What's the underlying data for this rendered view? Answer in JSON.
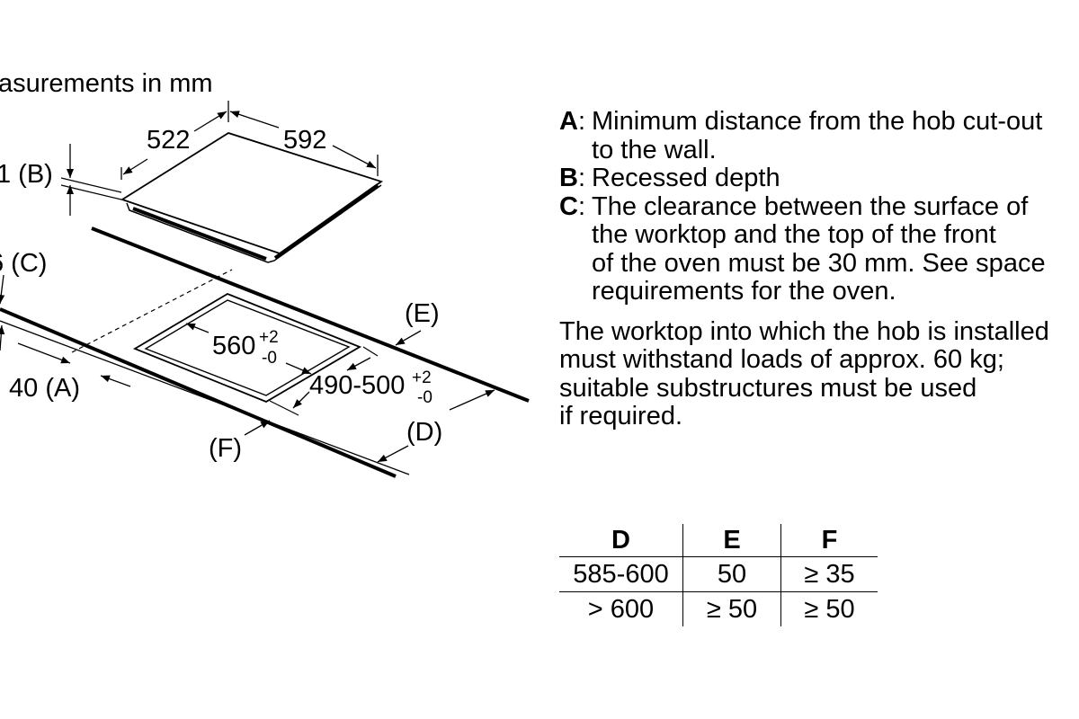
{
  "diagram": {
    "units_heading": "asurements in mm",
    "hob_depth": "522",
    "hob_width": "592",
    "label_b": "1 (B)",
    "label_c": "6 (C)",
    "label_a": "40 (A)",
    "label_e": "(E)",
    "label_d": "(D)",
    "label_f": "(F)",
    "cutout_width": {
      "value": "560",
      "tol_plus": "+2",
      "tol_minus": "-0"
    },
    "cutout_depth": {
      "value": "490-500",
      "tol_plus": "+2",
      "tol_minus": "-0"
    }
  },
  "notes": {
    "a": {
      "letter": "A",
      "lines": [
        "Minimum distance from the hob cut-out",
        "to the wall."
      ]
    },
    "b": {
      "letter": "B",
      "lines": [
        "Recessed depth"
      ]
    },
    "c": {
      "letter": "C",
      "lines": [
        "The clearance between the surface of",
        "the worktop and the top of the front",
        "of the oven must be 30 mm. See space",
        "requirements for the oven."
      ]
    },
    "install": [
      "The worktop into which the hob is installed",
      "must withstand loads of approx. 60 kg;",
      "suitable substructures must be used",
      "if required."
    ]
  },
  "table": {
    "headers": [
      "D",
      "E",
      "F"
    ],
    "rows": [
      [
        "585-600",
        "50",
        "≥ 35"
      ],
      [
        "> 600",
        "≥ 50",
        "≥ 50"
      ]
    ]
  },
  "colors": {
    "ink": "#000000",
    "background": "#ffffff"
  }
}
